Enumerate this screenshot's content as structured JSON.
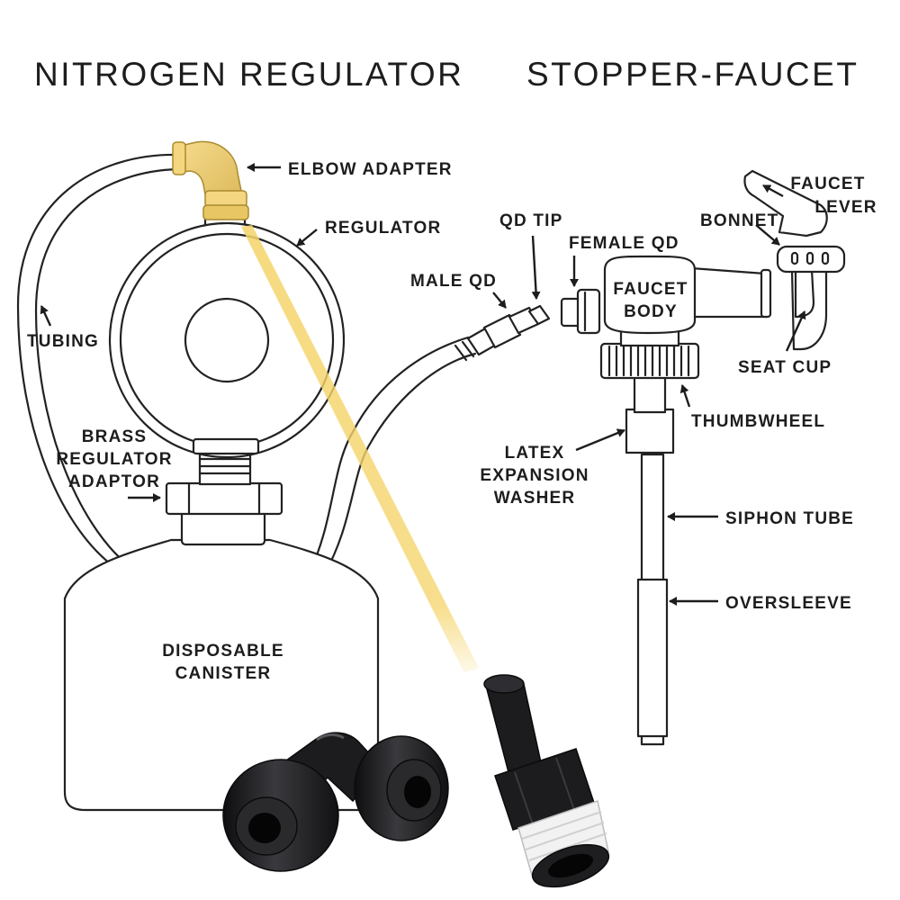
{
  "titles": {
    "left": "NITROGEN REGULATOR",
    "right": "STOPPER-FAUCET"
  },
  "labels": {
    "elbow_adapter": "ELBOW ADAPTER",
    "regulator": "REGULATOR",
    "tubing": "TUBING",
    "brass_1": "BRASS",
    "brass_2": "REGULATOR",
    "brass_3": "ADAPTOR",
    "canister_1": "DISPOSABLE",
    "canister_2": "CANISTER",
    "qd_tip": "QD TIP",
    "female_qd": "FEMALE QD",
    "male_qd": "MALE QD",
    "faucet_body_1": "FAUCET",
    "faucet_body_2": "BODY",
    "bonnet": "BONNET",
    "faucet_lever_1": "FAUCET",
    "faucet_lever_2": "LEVER",
    "seat_cup": "SEAT CUP",
    "thumbwheel": "THUMBWHEEL",
    "latex_1": "LATEX",
    "latex_2": "EXPANSION",
    "latex_3": "WASHER",
    "siphon_tube": "SIPHON TUBE",
    "oversleeve": "OVERSLEEVE"
  },
  "colors": {
    "background": "#ffffff",
    "line": "#222222",
    "text": "#1d1d1d",
    "highlight_brass": "#f0d27a",
    "highlight_beam": "#f5d46a",
    "fitting_black": "#1c1c1e",
    "thread_tape": "#f2f2f2"
  }
}
